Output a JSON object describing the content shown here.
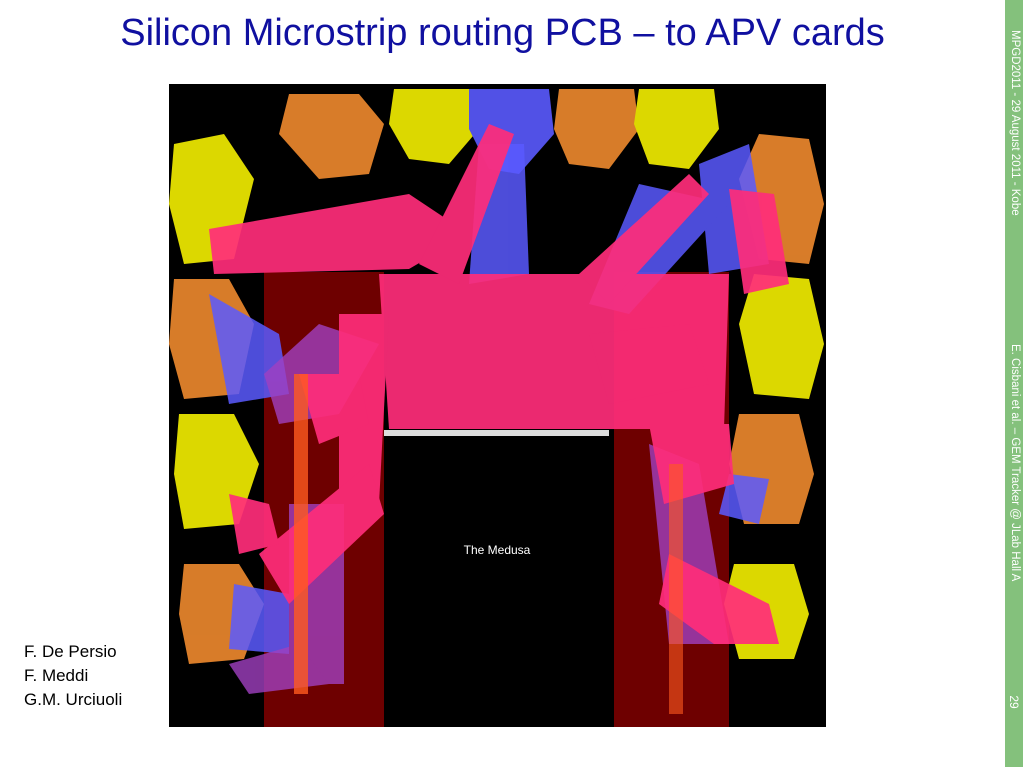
{
  "slide": {
    "title": "Silicon Microstrip routing PCB – to APV cards",
    "sidebar_conference": "MPGD2011 - 29 August 2011 - Kobe",
    "sidebar_author": "E. Cisbani et al. – GEM Tracker @ JLab Hall A",
    "page_number": "29"
  },
  "figure": {
    "caption": "The Medusa"
  },
  "credits": [
    "F. De Persio",
    "F. Meddi",
    "G.M. Urciuoli"
  ],
  "colors": {
    "title": "#1010a0",
    "sidebar": "#84c17c",
    "pink": "#ff2d7a",
    "yellow": "#f4f000",
    "orange": "#ef8a2e",
    "blue": "#5a5aff",
    "purple": "#a040c0",
    "dark_red": "#7a0000"
  }
}
